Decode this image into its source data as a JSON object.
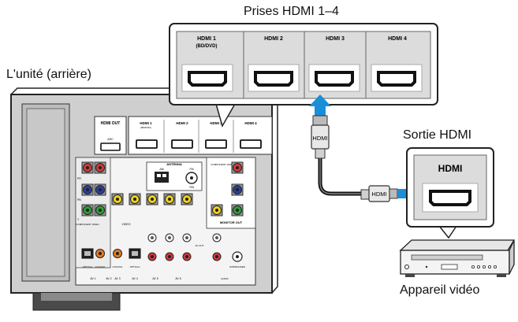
{
  "labels": {
    "hdmi_jacks_title": "Prises HDMI 1–4",
    "unit_rear": "L'unité (arrière)",
    "hdmi_output": "Sortie HDMI",
    "video_device": "Appareil vidéo"
  },
  "zoom_panel": {
    "jacks": [
      {
        "name": "HDMI 1",
        "sub": "(BD/DVD)"
      },
      {
        "name": "HDMI 2",
        "sub": ""
      },
      {
        "name": "HDMI 3",
        "sub": ""
      },
      {
        "name": "HDMI 4",
        "sub": ""
      }
    ]
  },
  "rear_panel": {
    "hdmi_out": "HDMI OUT",
    "arc": "ARC",
    "hdmi_small": [
      "HDMI 1",
      "HDMI 2",
      "HDMI 3",
      "HDMI 4"
    ],
    "hdmi_small_sub": "(BD/DVD)",
    "antenna": "ANTENNA",
    "am": "AM",
    "fm": "FM",
    "ohm": "75Ω",
    "component_video": "COMPONENT VIDEO",
    "video": "VIDEO",
    "monitor_out": "MONITOR OUT",
    "optical": "OPTICAL",
    "coaxial": "COAXIAL",
    "av1": "AV 1",
    "av2": "AV 2",
    "av3": "AV 3",
    "av4": "AV 4",
    "av5": "AV 5",
    "av6": "AV 6",
    "av_out": "AV OUT",
    "audio": "AUDIO",
    "subwoofer": "SUBWOOFER",
    "pb": "PB",
    "pr": "PR",
    "y": "Y"
  },
  "cable_plugs": {
    "top": "HDMI",
    "bottom": "HDMI"
  },
  "device_panel": {
    "jack_label": "HDMI"
  },
  "colors": {
    "arrow": "#1a8fd8",
    "panel_grey": "#d6d6d6",
    "outline": "#222222",
    "red_jack": "#d23a3a",
    "green_jack": "#2e9e3a",
    "blue_jack": "#2a3f9e",
    "yellow_jack": "#f1d21b"
  }
}
